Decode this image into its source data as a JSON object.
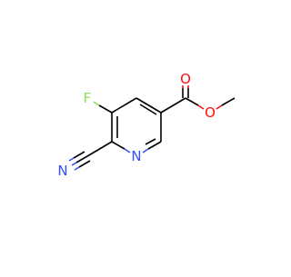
{
  "molecule": {
    "atoms": [
      {
        "id": "O1",
        "label": "O",
        "color": "#ff0d0d"
      },
      {
        "id": "O2",
        "label": "O",
        "color": "#ff0d0d"
      },
      {
        "id": "F",
        "label": "F",
        "color": "#90e050"
      },
      {
        "id": "N_ring",
        "label": "N",
        "color": "#3050f8"
      },
      {
        "id": "N_nitrile",
        "label": "N",
        "color": "#3050f8"
      }
    ]
  },
  "colors": {
    "bond": "#000000",
    "oxygen": "#ff0d0d",
    "nitrogen": "#3050f8",
    "fluorine": "#90e050",
    "background": "#ffffff"
  }
}
